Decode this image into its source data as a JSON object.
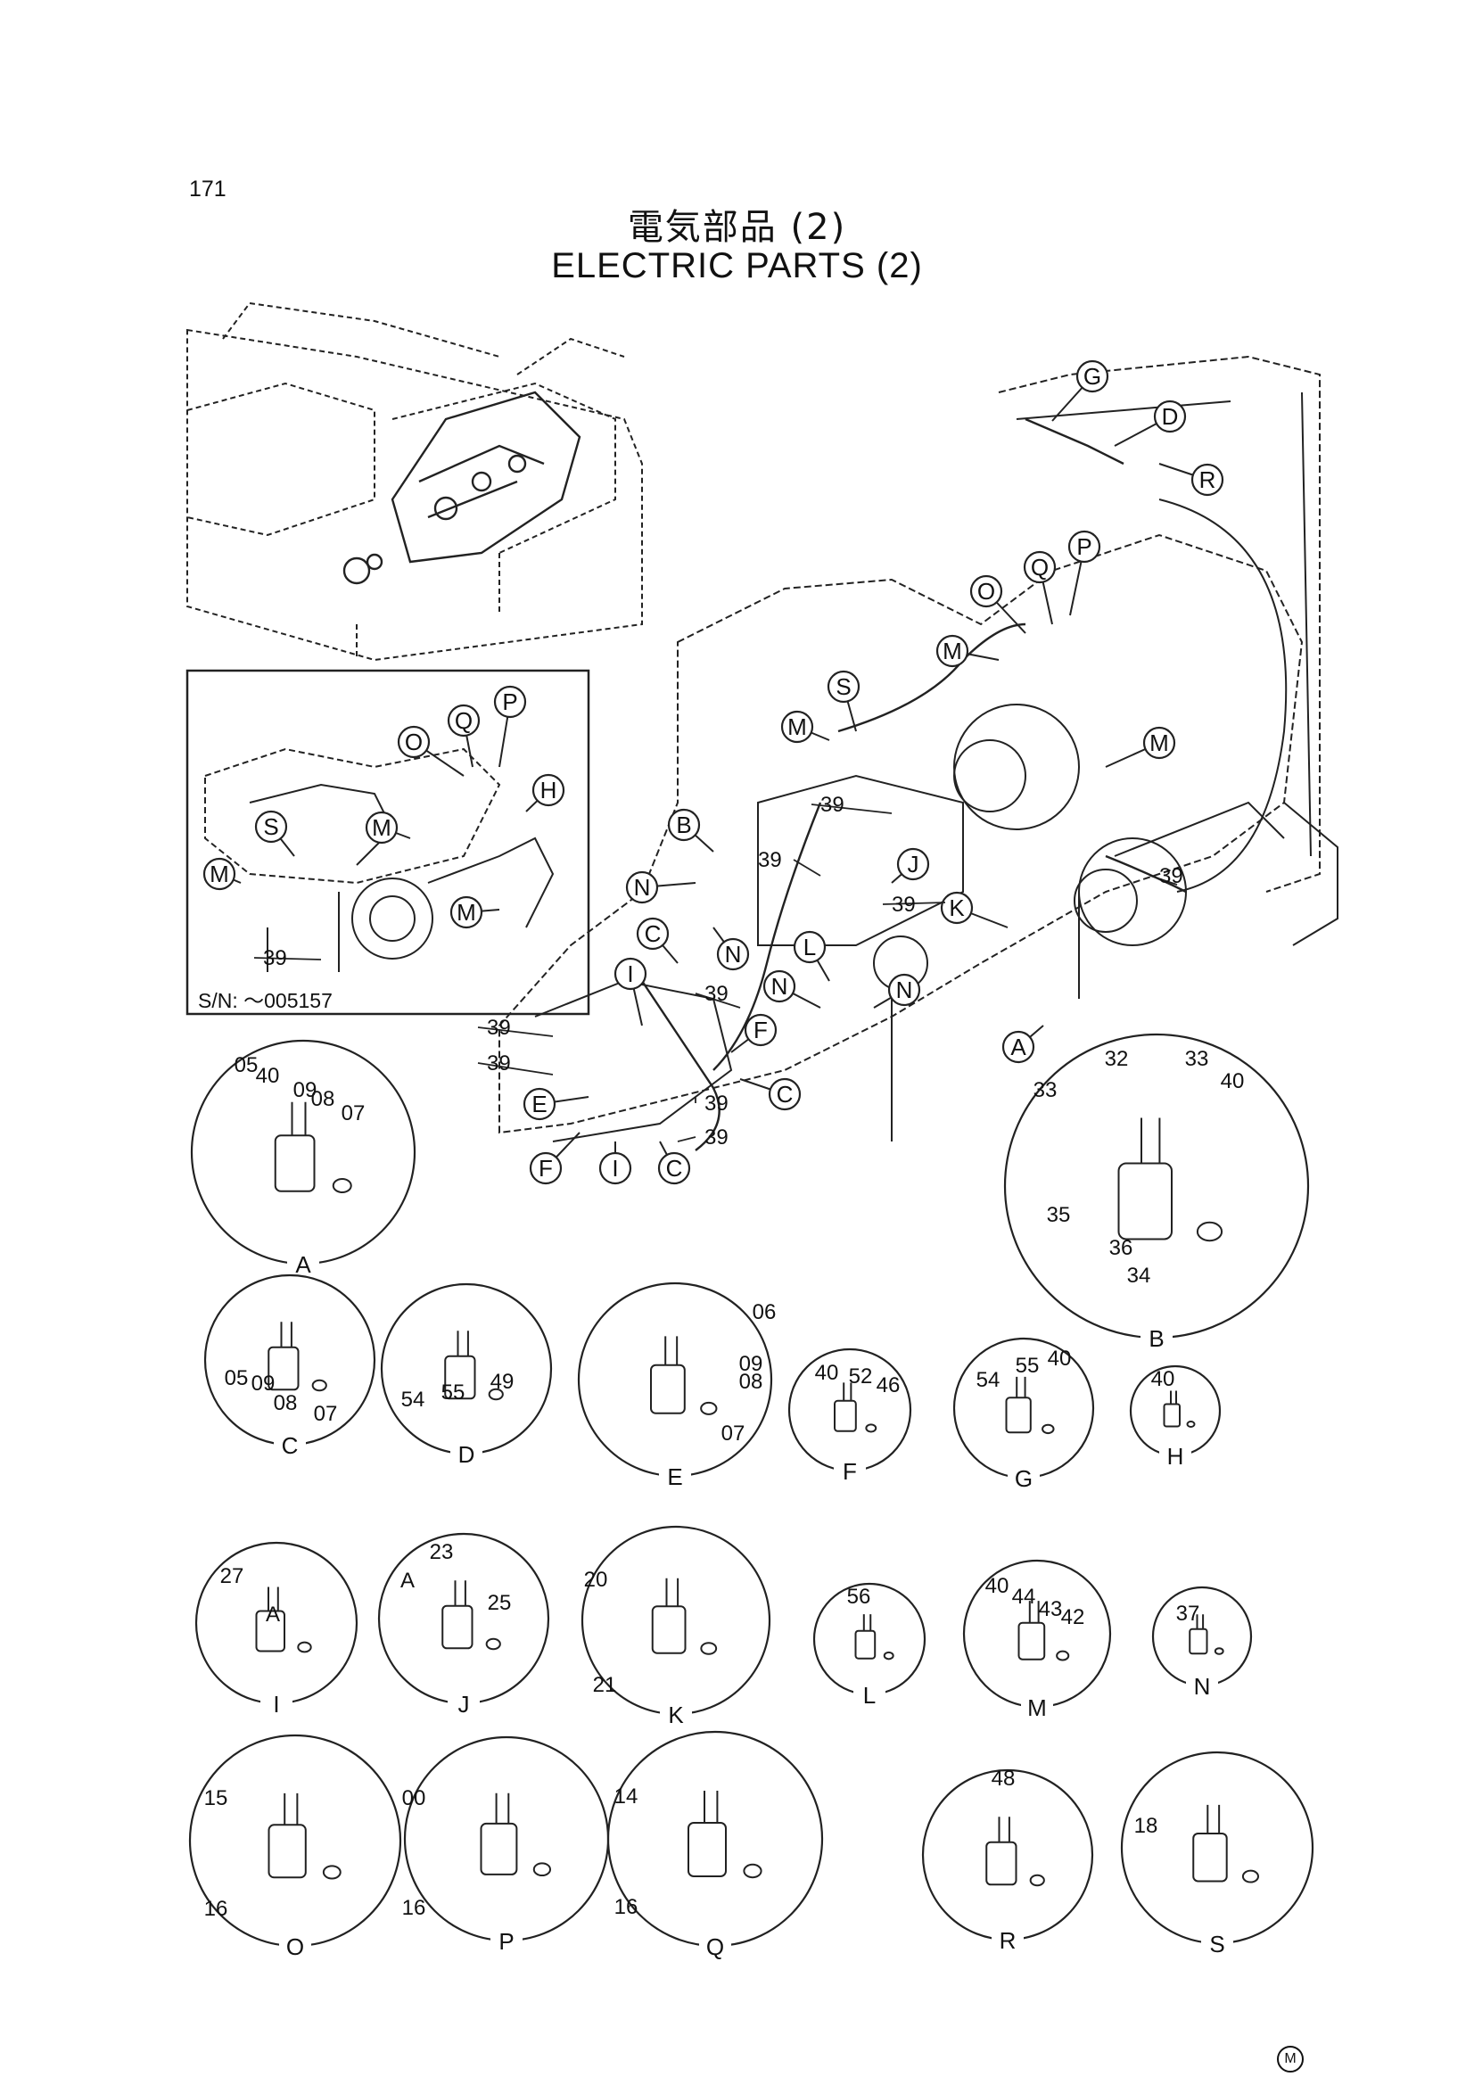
{
  "page_number": "171",
  "title_ja": "電気部品 (2)",
  "title_en": "ELECTRIC PARTS (2)",
  "sn_note": "S/N:  ～005157",
  "copyright_mark": "M",
  "main_callouts": [
    "G",
    "D",
    "R",
    "O",
    "Q",
    "P",
    "M",
    "S",
    "M",
    "M",
    "B",
    "N",
    "J",
    "K",
    "C",
    "N",
    "L",
    "N",
    "N",
    "I",
    "F",
    "A",
    "C",
    "E",
    "F",
    "I",
    "C",
    "O",
    "Q",
    "P",
    "H",
    "M",
    "S",
    "M",
    "M"
  ],
  "item_39_label": "39",
  "details": [
    {
      "id": "A",
      "parts": [
        "05",
        "40",
        "09",
        "08",
        "07"
      ]
    },
    {
      "id": "B",
      "parts": [
        "33",
        "32",
        "33",
        "40",
        "35",
        "36",
        "34"
      ]
    },
    {
      "id": "C",
      "parts": [
        "05",
        "09",
        "08",
        "07"
      ]
    },
    {
      "id": "D",
      "parts": [
        "54",
        "55",
        "49"
      ]
    },
    {
      "id": "E",
      "parts": [
        "06",
        "09",
        "08",
        "07"
      ]
    },
    {
      "id": "F",
      "parts": [
        "40",
        "52",
        "46"
      ]
    },
    {
      "id": "G",
      "parts": [
        "54",
        "55",
        "40"
      ]
    },
    {
      "id": "H",
      "parts": [
        "40"
      ]
    },
    {
      "id": "I",
      "parts": [
        "27",
        "A"
      ]
    },
    {
      "id": "J",
      "parts": [
        "A",
        "23",
        "25"
      ]
    },
    {
      "id": "K",
      "parts": [
        "20",
        "21"
      ]
    },
    {
      "id": "L",
      "parts": [
        "56"
      ]
    },
    {
      "id": "M",
      "parts": [
        "40",
        "44",
        "43",
        "42"
      ]
    },
    {
      "id": "N",
      "parts": [
        "37"
      ]
    },
    {
      "id": "O",
      "parts": [
        "15",
        "16"
      ]
    },
    {
      "id": "P",
      "parts": [
        "00",
        "16"
      ]
    },
    {
      "id": "Q",
      "parts": [
        "14",
        "16"
      ]
    },
    {
      "id": "R",
      "parts": [
        "48"
      ]
    },
    {
      "id": "S",
      "parts": [
        "18"
      ]
    }
  ]
}
